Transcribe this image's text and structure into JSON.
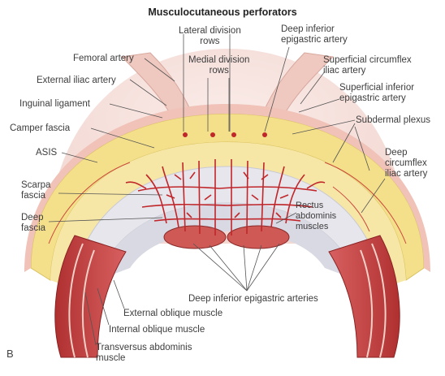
{
  "title": "Musculocutaneous perforators",
  "panel_letter": "B",
  "labels": {
    "lateral_division_rows": "Lateral division\nrows",
    "medial_division_rows": "Medial division\nrows",
    "deep_inferior_epigastric_artery": "Deep inferior\nepigastric artery",
    "femoral_artery": "Femoral artery",
    "external_iliac_artery": "External iliac artery",
    "inguinal_ligament": "Inguinal ligament",
    "camper_fascia": "Camper fascia",
    "asis": "ASIS",
    "scarpa_fascia": "Scarpa\nfascia",
    "deep_fascia": "Deep\nfascia",
    "superficial_circumflex_iliac_artery": "Superficial circumflex\niliac artery",
    "superficial_inferior_epigastric_artery": "Superficial inferior\nepigastric artery",
    "subdermal_plexus": "Subdermal plexus",
    "deep_circumflex_iliac_artery": "Deep\ncircumflex\niliac artery",
    "rectus_abdominis_muscles": "Rectus\nabdominis\nmuscles",
    "deep_inferior_epigastric_arteries": "Deep inferior epigastric arteries",
    "external_oblique_muscle": "External oblique muscle",
    "internal_oblique_muscle": "Internal oblique muscle",
    "transversus_abdominis_muscle": "Transversus abdominis\nmuscle"
  }
}
